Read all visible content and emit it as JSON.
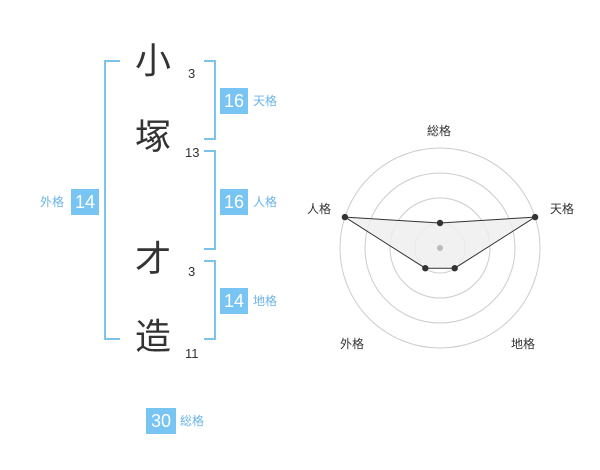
{
  "name": {
    "chars": [
      {
        "char": "小",
        "strokes": "3"
      },
      {
        "char": "塚",
        "strokes": "13"
      },
      {
        "char": "才",
        "strokes": "3"
      },
      {
        "char": "造",
        "strokes": "11"
      }
    ]
  },
  "fortune": {
    "tenkaku": {
      "label": "天格",
      "value": "16"
    },
    "jinkaku": {
      "label": "人格",
      "value": "16"
    },
    "chikaku": {
      "label": "地格",
      "value": "14"
    },
    "gaikaku": {
      "label": "外格",
      "value": "14"
    },
    "soukaku": {
      "label": "総格",
      "value": "30"
    }
  },
  "radar": {
    "axes": [
      "総格",
      "天格",
      "地格",
      "外格",
      "人格"
    ],
    "levels": 4,
    "values": [
      1,
      4,
      1,
      1,
      4
    ],
    "max": 4,
    "colors": {
      "ring": "#cccccc",
      "fill": "#efefef",
      "stroke": "#333333",
      "center": "#bbbbbb"
    }
  },
  "colors": {
    "accent": "#78c4f2",
    "bracket": "#7cc2ee",
    "caption": "#6ab4e6"
  }
}
